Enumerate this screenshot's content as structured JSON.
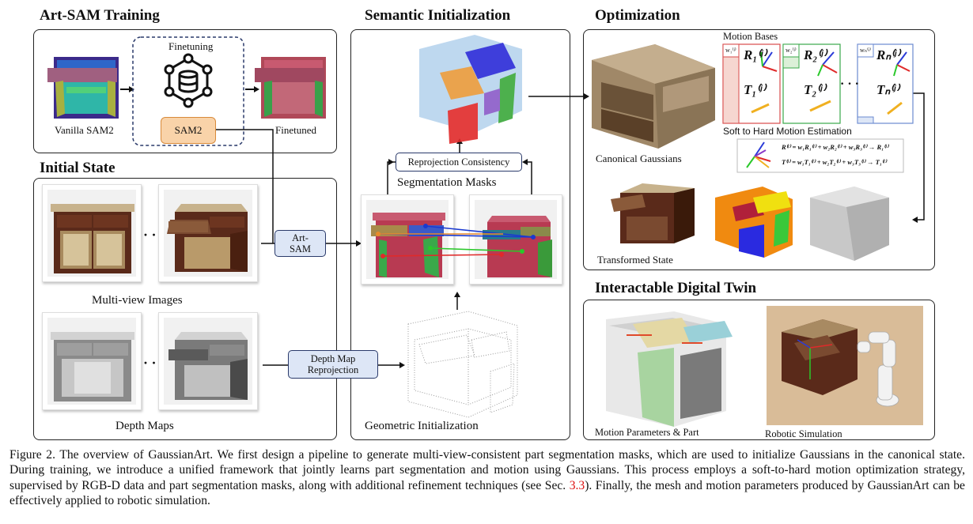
{
  "panels": {
    "art_sam_training": {
      "title": "Art-SAM Training",
      "finetuning": "Finetuning",
      "sam2_box": "SAM2",
      "vanilla": "Vanilla SAM2",
      "finetuned": "Finetuned"
    },
    "initial_state": {
      "title": "Initial State",
      "multi_view": "Multi-view Images",
      "depth_maps": "Depth Maps",
      "dots": "· · ·",
      "art_sam_box": "Art-\nSAM",
      "depth_box": "Depth Map\nReprojection"
    },
    "semantic_init": {
      "title": "Semantic Initialization",
      "reproj": "Reprojection Consistency",
      "seg_masks": "Segmentation Masks",
      "geo_init": "Geometric Initialization"
    },
    "optimization": {
      "title": "Optimization",
      "motion_bases": "Motion Bases",
      "canonical": "Canonical Gaussians",
      "soft_hard": "Soft to Hard Motion Estimation",
      "transformed": "Transformed State",
      "dots": "· · ·",
      "w1": "w₁⁽ʲ⁾",
      "w2": "w₂⁽ʲ⁾",
      "wn": "wₙ⁽ʲ⁾",
      "R1": "R₁⁽ʲ⁾",
      "T1": "T₁⁽ʲ⁾",
      "R2": "R₂⁽ʲ⁾",
      "T2": "T₂⁽ʲ⁾",
      "Rn": "Rₙ⁽ʲ⁾",
      "Tn": "Tₙ⁽ʲ⁾",
      "eq_R": "R⁽ʲ⁾ = w₁R₁⁽ʲ⁾ + w₂R₂⁽ʲ⁾ + w₃R₃⁽ʲ⁾ → R₁⁽ʲ⁾",
      "eq_T": "T⁽ʲ⁾ = w₁T₁⁽ʲ⁾ + w₂T₂⁽ʲ⁾ + w₃T₃⁽ʲ⁾ → T₁⁽ʲ⁾"
    },
    "digital_twin": {
      "title": "Interactable Digital Twin",
      "motion_params": "Motion Parameters & Part",
      "robotic": "Robotic Simulation"
    }
  },
  "caption": {
    "part1": "Figure 2. The overview of GaussianArt. We first design a pipeline to generate multi-view-consistent part segmentation masks, which are used to initialize Gaussians in the canonical state. During training, we introduce a unified framework that jointly learns part segmentation and motion using Gaussians. This process employs a soft-to-hard motion optimization strategy, supervised by RGB-D data and part segmentation masks, along with additional refinement techniques (see Sec. ",
    "ref": "3.3",
    "part2": "). Finally, the mesh and motion parameters produced by GaussianArt can be effectively applied to robotic simulation."
  },
  "colors": {
    "sam2_fill": "#f9d3a9",
    "sam2_border": "#d88a3a",
    "blue_box": "#dde6f6",
    "cabinet_wood": "#5a2a1a",
    "mask_red": "#b83a52",
    "mask_green": "#3c9a3c"
  }
}
